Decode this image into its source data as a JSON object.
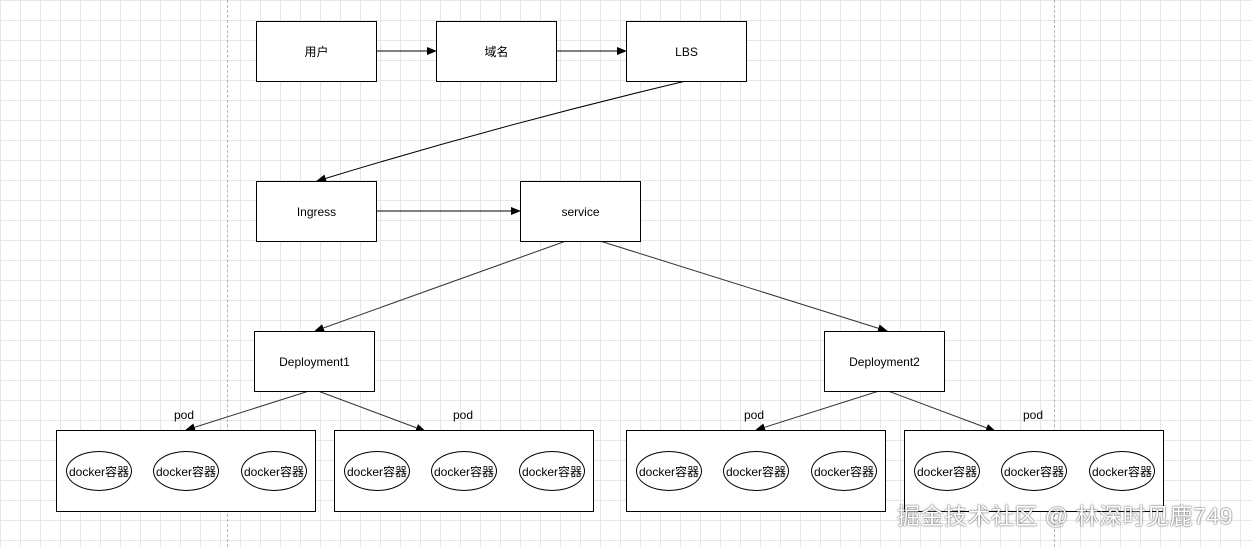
{
  "nodes": {
    "user": "用户",
    "domain": "域名",
    "lbs": "LBS",
    "ingress": "Ingress",
    "service": "service",
    "deployment1": "Deployment1",
    "deployment2": "Deployment2"
  },
  "pod_label": "pod",
  "container_label": "docker容器",
  "watermark": "掘金技术社区 @ 林深时见鹿749",
  "colors": {
    "edge": "#000000",
    "grid": "#e6e6e6",
    "guide": "#b5b5b5"
  }
}
